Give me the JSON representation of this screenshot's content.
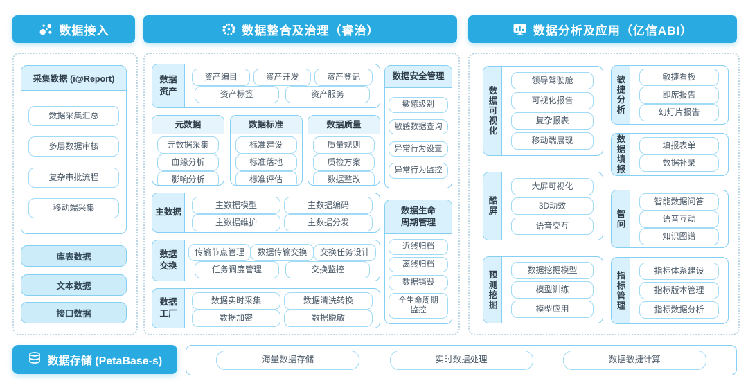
{
  "colors": {
    "header_blue": "#29abe2",
    "light_fill": "#d9f1fc",
    "border_blue": "#85cff2"
  },
  "headers": {
    "access": "数据接入",
    "governance": "数据整合及治理（睿治）",
    "analysis": "数据分析及应用（亿信ABI）"
  },
  "access": {
    "collect": {
      "title": "采集数据 (i@Report)",
      "items": [
        "数据采集汇总",
        "多层数据审核",
        "复杂审批流程",
        "移动端采集"
      ]
    },
    "sources": [
      "库表数据",
      "文本数据",
      "接口数据"
    ]
  },
  "governance": {
    "asset": {
      "label": "数据\n资产",
      "row1": [
        "资产编目",
        "资产开发",
        "资产登记"
      ],
      "row2": [
        "资产标签",
        "资产服务"
      ]
    },
    "meta": {
      "title": "元数据",
      "items": [
        "元数据采集",
        "血缘分析",
        "影响分析"
      ]
    },
    "standard": {
      "title": "数据标准",
      "items": [
        "标准建设",
        "标准落地",
        "标准评估"
      ]
    },
    "quality": {
      "title": "数据质量",
      "items": [
        "质量规则",
        "质检方案",
        "数据整改"
      ]
    },
    "master": {
      "label": "主数据",
      "row1": [
        "主数据模型",
        "主数据编码"
      ],
      "row2": [
        "主数据维护",
        "主数据分发"
      ]
    },
    "exchange": {
      "label": "数据\n交换",
      "row1": [
        "传输节点管理",
        "数据传输交换",
        "交换任务设计"
      ],
      "row2": [
        "任务调度管理",
        "交换监控"
      ]
    },
    "factory": {
      "label": "数据\n工厂",
      "row1": [
        "数据实时采集",
        "数据清洗转换"
      ],
      "row2": [
        "数据加密",
        "数据脱敏"
      ]
    },
    "security": {
      "title": "数据安全管理",
      "items": [
        "敏感级别",
        "敏感数据查询",
        "异常行为设置",
        "异常行为监控"
      ]
    },
    "lifecycle": {
      "title": "数据生命\n周期管理",
      "items": [
        "近线归档",
        "离线归档",
        "数据销毁",
        "全生命周期\n监控"
      ]
    }
  },
  "analysis": {
    "visual": {
      "label": "数据可视化",
      "items": [
        "领导驾驶舱",
        "可视化报告",
        "复杂报表",
        "移动端展现"
      ]
    },
    "coolscreen": {
      "label": "酷屏",
      "items": [
        "大屏可视化",
        "3D动效",
        "语音交互"
      ]
    },
    "mining": {
      "label": "预测挖掘",
      "items": [
        "数据挖掘模型",
        "模型训练",
        "模型应用"
      ]
    },
    "agile": {
      "label": "敏捷分析",
      "items": [
        "敏捷看板",
        "即席报告",
        "幻灯片报告"
      ]
    },
    "filling": {
      "label": "数据填报",
      "items": [
        "填报表单",
        "数据补录"
      ]
    },
    "zhiwen": {
      "label": "智问",
      "items": [
        "智能数据问答",
        "语音互动",
        "知识图谱"
      ]
    },
    "indicator": {
      "label": "指标管理",
      "items": [
        "指标体系建设",
        "指标版本管理",
        "指标数据分析"
      ]
    }
  },
  "storage": {
    "title": "数据存储 (PetaBase-s)",
    "items": [
      "海量数据存储",
      "实时数据处理",
      "数据敏捷计算"
    ]
  }
}
